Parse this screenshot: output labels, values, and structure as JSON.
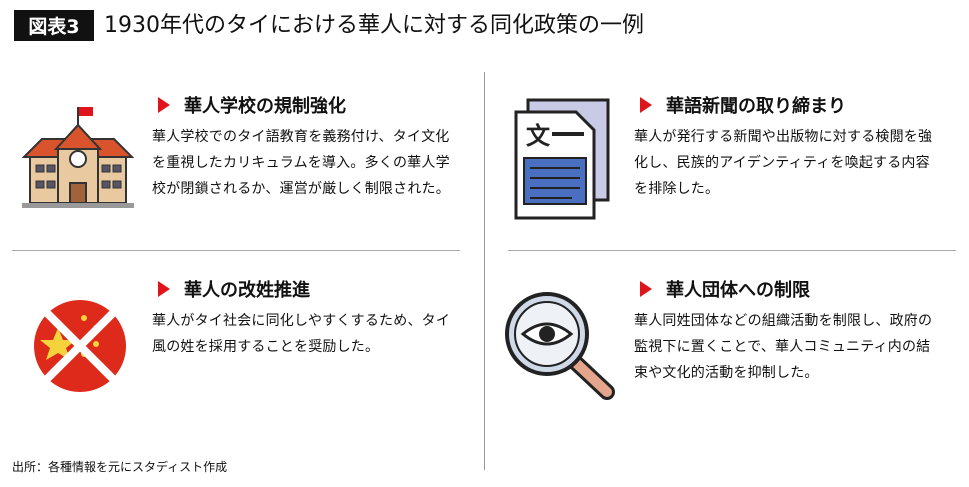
{
  "header": {
    "label": "図表3",
    "title": "1930年代のタイにおける華人に対する同化政策の一例"
  },
  "sections": [
    {
      "title": "華人学校の規制強化",
      "body": "華人学校でのタイ語教育を義務付け、タイ文化を重視したカリキュラムを導入。多くの華人学校が閉鎖されるか、運営が厳しく制限された。",
      "icon": "school-icon"
    },
    {
      "title": "華語新聞の取り締まり",
      "body": "華人が発行する新聞や出版物に対する検閲を強化し、民族的アイデンティティを喚起する内容を排除した。",
      "icon": "newspaper-icon",
      "icon_text": "文"
    },
    {
      "title": "華人の改姓推進",
      "body": "華人がタイ社会に同化しやすくするため、タイ風の姓を採用することを奨励した。",
      "icon": "crossed-chinese-flag-icon"
    },
    {
      "title": "華人団体への制限",
      "body": "華人同姓団体などの組織活動を制限し、政府の監視下に置くことで、華人コミュニティ内の結束や文化的活動を抑制した。",
      "icon": "magnifier-eye-icon"
    }
  ],
  "source": "出所：各種情報を元にスタディスト作成",
  "colors": {
    "accent": "#e0151b",
    "label_bg": "#111111"
  }
}
